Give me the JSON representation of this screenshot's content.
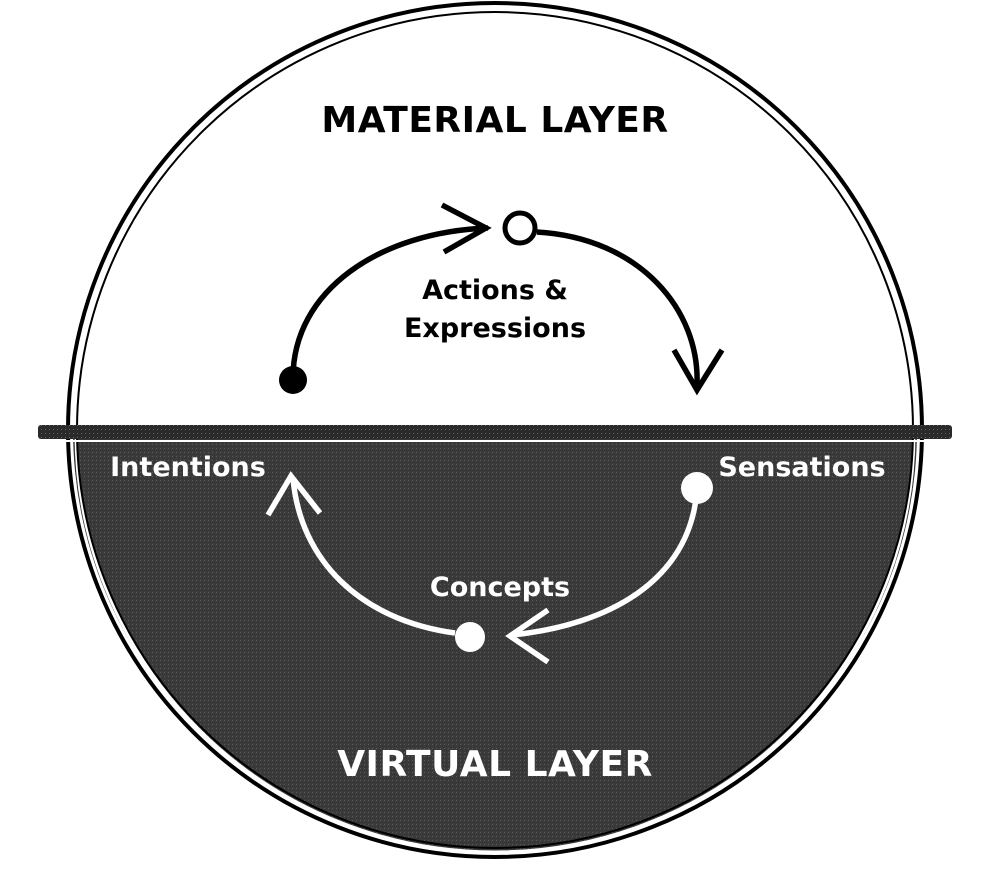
{
  "material_layer": {
    "title": "MATERIAL LAYER"
  },
  "virtual_layer": {
    "title": "VIRTUAL LAYER"
  },
  "labels": {
    "actions_line1": "Actions &",
    "actions_line2": "Expressions",
    "intentions": "Intentions",
    "sensations": "Sensations",
    "concepts": "Concepts"
  },
  "colors": {
    "ink": "#000000",
    "virtual_fill": "#3a3a3a",
    "paper": "#ffffff"
  }
}
